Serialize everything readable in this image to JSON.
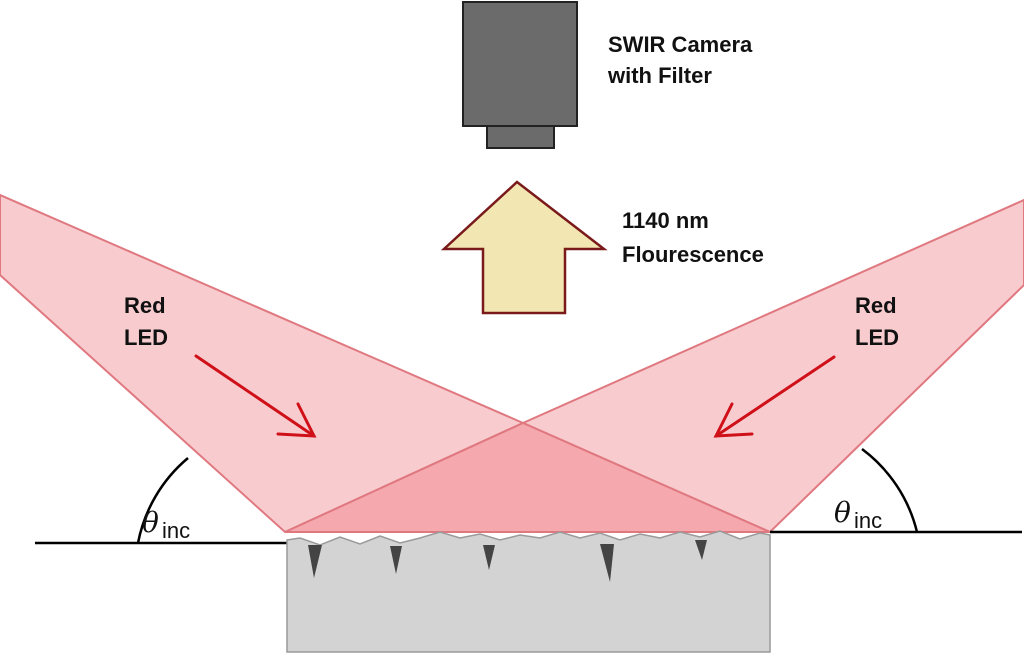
{
  "camera": {
    "label_line1": "SWIR Camera",
    "label_line2": "with Filter"
  },
  "emission": {
    "label_line1": "1140 nm",
    "label_line2": "Flourescence"
  },
  "led_left": {
    "label_line1": "Red",
    "label_line2": "LED"
  },
  "led_right": {
    "label_line1": "Red",
    "label_line2": "LED"
  },
  "angle_left": {
    "symbol": "θ",
    "subscript": "inc"
  },
  "angle_right": {
    "symbol": "θ",
    "subscript": "inc"
  },
  "colors": {
    "beam_fill": "#f8cccf",
    "beam_overlap": "#f5a9ae",
    "beam_edge": "#e07880",
    "led_arrow": "#d01018",
    "emission_arrow_fill": "#f2e6b3",
    "emission_arrow_stroke": "#7a1a1a",
    "camera_body": "#6b6b6b",
    "sample": "#d3d3d3"
  }
}
